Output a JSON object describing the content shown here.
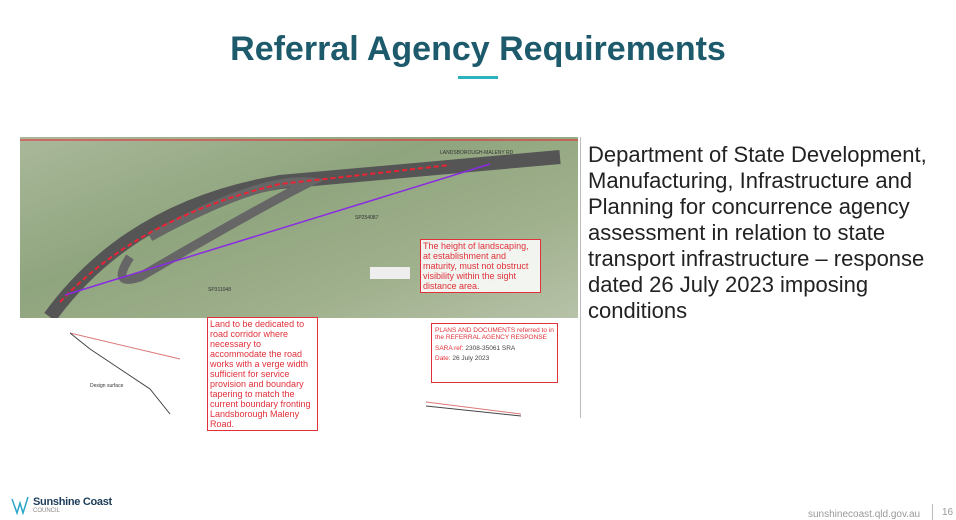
{
  "slide": {
    "title": "Referral Agency Requirements",
    "body": "Department of State Development, Manufacturing, Infrastructure and Planning for concurrence agency assessment in relation to state transport infrastructure – response dated 26 July 2023 imposing conditions"
  },
  "figure": {
    "road_label": "LANDSBOROUGH-MALENY RD",
    "lot_labels": [
      "SP254087",
      "SP311048"
    ],
    "note_landscaping": "The height of landscaping, at establishment and maturity, must not obstruct visibility within the sight distance area.",
    "note_land": "Land to be dedicated to road corridor where necessary to accommodate the road works with a verge width sufficient for service provision and boundary tapering to match the current boundary fronting Landsborough Maleny Road.",
    "stamp": {
      "heading": "PLANS AND DOCUMENTS referred to in the REFERRAL AGENCY RESPONSE",
      "sara_label": "SARA ref:",
      "sara_value": "2308-35061 SRA",
      "date_label": "Date:",
      "date_value": "26 July 2023"
    },
    "profile_label": "Design surface"
  },
  "footer": {
    "logo_name": "Sunshine Coast",
    "logo_sub": "COUNCIL",
    "url": "sunshinecoast.qld.gov.au",
    "page": "16"
  }
}
